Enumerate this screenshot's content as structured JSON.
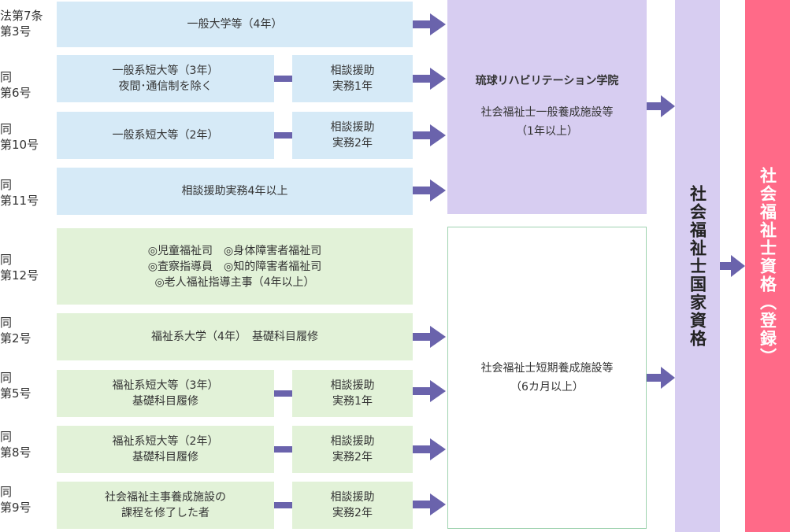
{
  "rows": [
    {
      "label": "法第7条\n第3号",
      "main": "一般大学等（4年）",
      "sub": ""
    },
    {
      "label": "同\n第6号",
      "main": "一般系短大等（3年）\n夜間･通信制を除く",
      "sub": "相談援助\n実務1年"
    },
    {
      "label": "同\n第10号",
      "main": "一般系短大等（2年）",
      "sub": "相談援助\n実務2年"
    },
    {
      "label": "同\n第11号",
      "main": "相談援助実務4年以上",
      "sub": ""
    },
    {
      "label": "同\n第12号",
      "main": "◎児童福祉司　◎身体障害者福祉司\n◎査察指導員　◎知的障害者福祉司\n◎老人福祉指導主事（4年以上）",
      "sub": ""
    },
    {
      "label": "同\n第2号",
      "main": "福祉系大学（4年）　基礎科目履修",
      "sub": ""
    },
    {
      "label": "同\n第5号",
      "main": "福祉系短大等（3年）\n基礎科目履修",
      "sub": "相談援助\n実務1年"
    },
    {
      "label": "同\n第8号",
      "main": "福祉系短大等（2年）\n基礎科目履修",
      "sub": "相談援助\n実務2年"
    },
    {
      "label": "同\n第9号",
      "main": "社会福祉主事養成施設の\n課程を修了した者",
      "sub": "相談援助\n実務2年"
    }
  ],
  "school": {
    "title": "琉球リハビリテーション学院",
    "desc": "社会福祉士一般養成施設等\n（1年以上）"
  },
  "short_course": {
    "desc": "社会福祉士短期養成施設等\n（6カ月以上）"
  },
  "exam": "社会福祉士国家資格",
  "registration": "社会福祉士資格（登録）",
  "colors": {
    "blue_box": "#d6eaf7",
    "green_box": "#e2f2d8",
    "arrow": "#6a63ac",
    "purple_box": "#d7cdf1",
    "pink_box": "#ff6a88"
  }
}
